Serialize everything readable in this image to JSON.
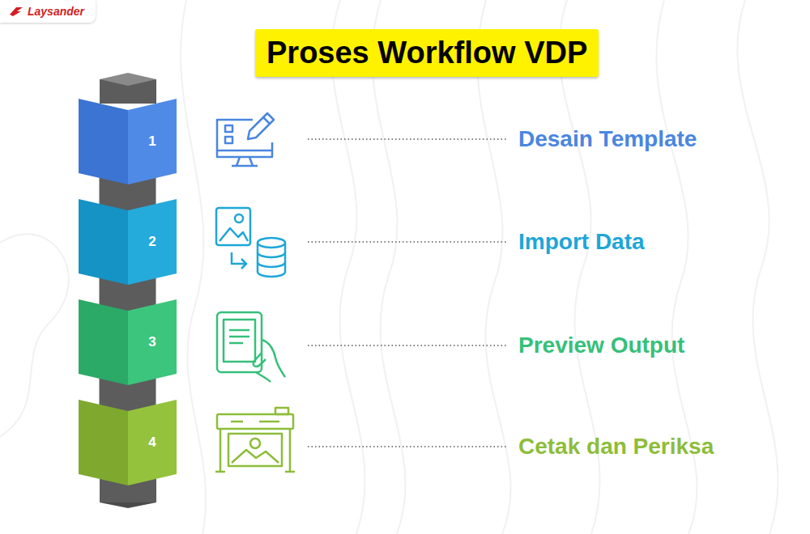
{
  "diagram": {
    "title": "Proses Workflow VDP",
    "nodes": [
      {
        "text": [
          "1"
        ]
      },
      {
        "text": [
          "2"
        ]
      },
      {
        "text": [
          "3"
        ]
      },
      {
        "text": [
          "4"
        ]
      }
    ],
    "edges": [
      {
        "from": 0,
        "to": 1,
        "arrow": "none"
      },
      {
        "from": 1,
        "to": 2,
        "arrow": "none"
      },
      {
        "from": 2,
        "to": 3,
        "arrow": "none"
      }
    ],
    "labels": [
      "Laysander",
      "Desain Template",
      "Import Data",
      "Preview Output",
      "Cetak dan Periksa"
    ]
  }
}
